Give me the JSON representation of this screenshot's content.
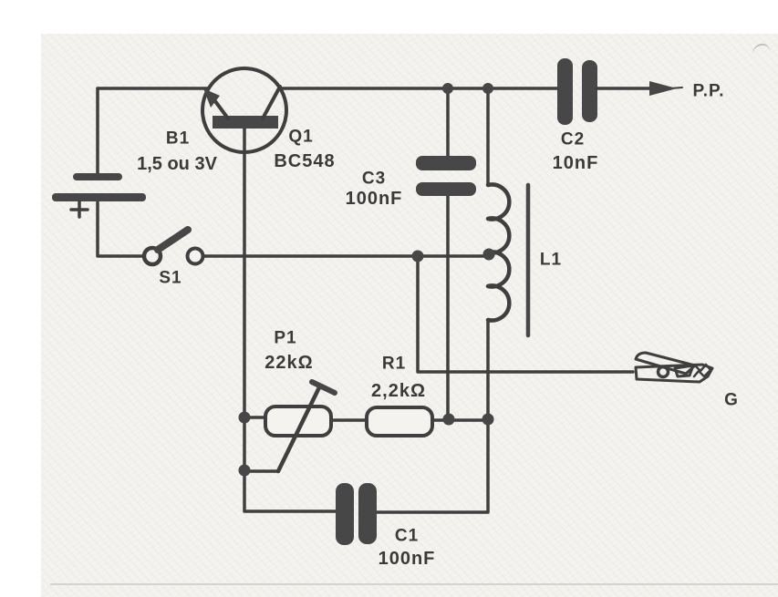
{
  "figure_type": "electronic schematic (scanned, hand drawn)",
  "colors": {
    "ink": "#3f3f3f",
    "ink_fill": "#474747",
    "paper": "#f4f3ef"
  },
  "components": {
    "battery": {
      "ref": "B1",
      "value": "1,5 ou 3V"
    },
    "transistor": {
      "ref": "Q1",
      "part": "BC548"
    },
    "switch": {
      "ref": "S1"
    },
    "cap_c3": {
      "ref": "C3",
      "value": "100nF"
    },
    "cap_c2": {
      "ref": "C2",
      "value": "10nF"
    },
    "coil": {
      "ref": "L1"
    },
    "pot": {
      "ref": "P1",
      "value": "22kΩ"
    },
    "resistor": {
      "ref": "R1",
      "value": "2,2kΩ"
    },
    "cap_c1": {
      "ref": "C1",
      "value": "100nF"
    },
    "probe_out": {
      "label": "P.P."
    },
    "ground_clip": {
      "label": "G"
    }
  }
}
